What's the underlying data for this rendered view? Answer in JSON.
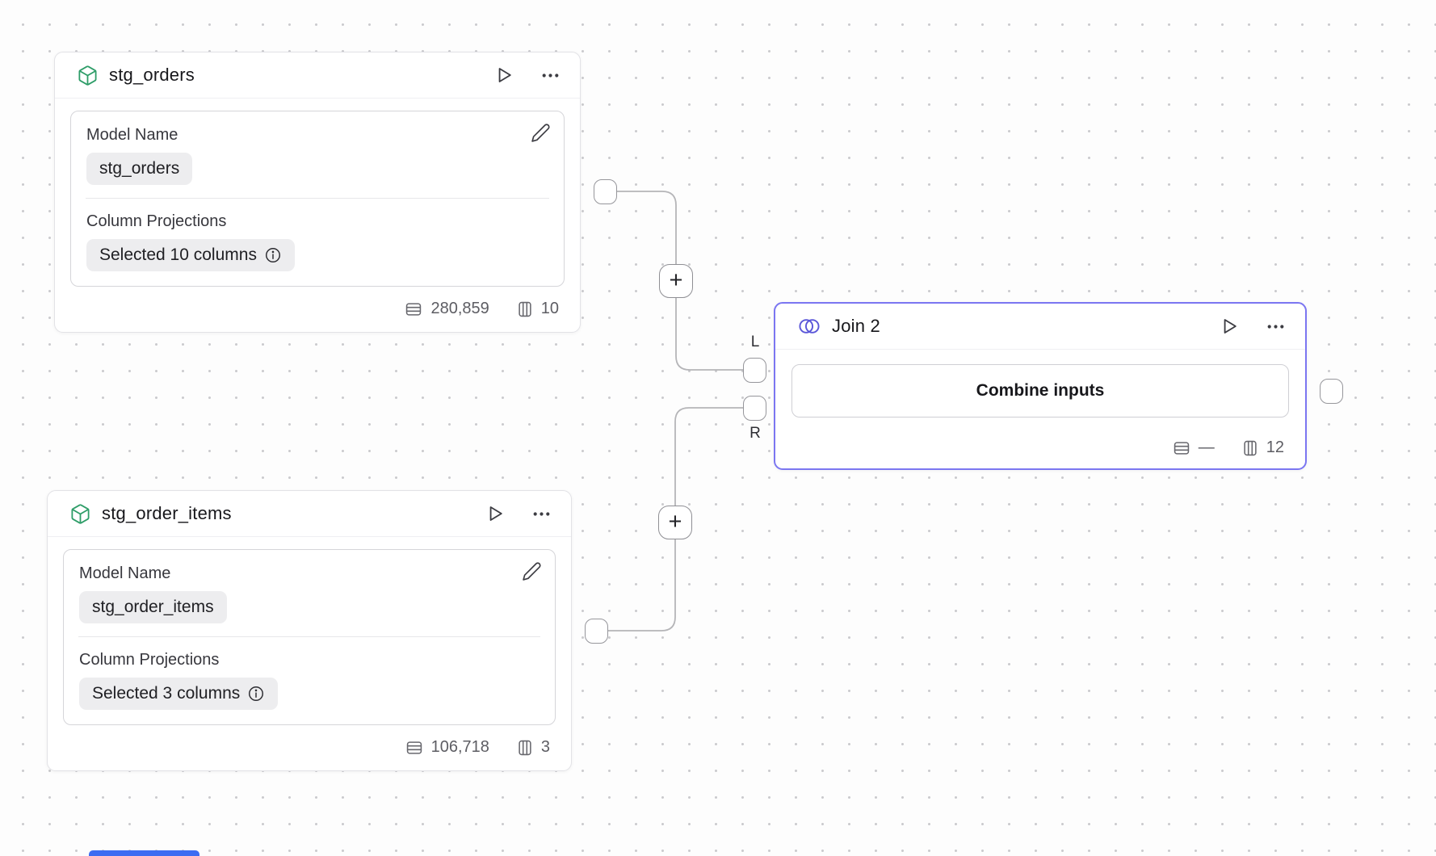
{
  "canvas": {
    "add_step_label": "+"
  },
  "colors": {
    "selection_purple": "#7b76f1",
    "model_icon_green": "#2e9d68",
    "join_icon_purple": "#5b57d9",
    "edge_gray": "#b5b5b8",
    "chip_bg": "#ededef",
    "offscreen_node_blue": "#3c6cf2"
  },
  "nodes": {
    "stg_orders": {
      "type": "model",
      "title": "stg_orders",
      "fields": {
        "model_name": {
          "label": "Model Name",
          "value": "stg_orders"
        },
        "column_projections": {
          "label": "Column Projections",
          "value": "Selected 10 columns"
        }
      },
      "stats": {
        "rows": "280,859",
        "columns": "10"
      }
    },
    "stg_order_items": {
      "type": "model",
      "title": "stg_order_items",
      "fields": {
        "model_name": {
          "label": "Model Name",
          "value": "stg_order_items"
        },
        "column_projections": {
          "label": "Column Projections",
          "value": "Selected 3 columns"
        }
      },
      "stats": {
        "rows": "106,718",
        "columns": "3"
      }
    },
    "join2": {
      "type": "join",
      "title": "Join 2",
      "combine_button_label": "Combine inputs",
      "left_port_label": "L",
      "right_port_label": "R",
      "stats": {
        "rows": "—",
        "columns": "12"
      }
    }
  },
  "icons": {
    "model_node_type": "cube-icon",
    "join_node_type": "venn-circles-icon",
    "run": "play-icon",
    "menu": "ellipsis-icon",
    "edit": "pencil-icon",
    "info": "info-icon",
    "row_count": "table-rows-icon",
    "column_count": "table-columns-icon"
  }
}
